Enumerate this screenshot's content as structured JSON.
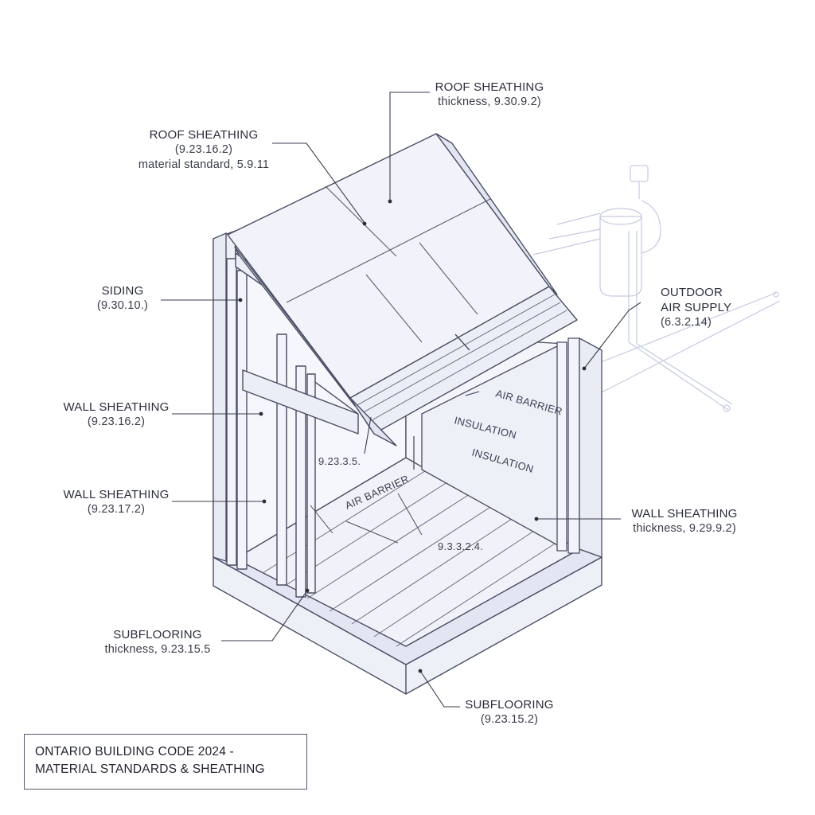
{
  "title": {
    "line1": "ONTARIO BUILDING CODE 2024 -",
    "line2": "MATERIAL STANDARDS & SHEATHING"
  },
  "callouts": {
    "roof_top": {
      "name": "ROOF SHEATHING",
      "detail": "thickness, 9.30.9.2)"
    },
    "roof_left": {
      "name": "ROOF SHEATHING",
      "ref": "(9.23.16.2)",
      "detail": "material standard, 5.9.11"
    },
    "siding": {
      "name": "SIDING",
      "ref": "(9.30.10.)"
    },
    "wall_1": {
      "name": "WALL SHEATHING",
      "ref": "(9.23.16.2)"
    },
    "wall_2": {
      "name": "WALL SHEATHING",
      "ref": "(9.23.17.2)"
    },
    "subfloor_left": {
      "name": "SUBFLOORING",
      "detail": "thickness, 9.23.15.5"
    },
    "subfloor_bottom": {
      "name": "SUBFLOORING",
      "ref": "(9.23.15.2)"
    },
    "outdoor_air": {
      "name_line1": "OUTDOOR",
      "name_line2": "AIR SUPPLY",
      "ref": "(6.3.2.14)"
    },
    "wall_right": {
      "name": "WALL SHEATHING",
      "detail": "thickness, 9.29.9.2)"
    }
  },
  "inline_labels": {
    "air_barrier_wall": "AIR BARRIER",
    "insulation_1": "INSULATION",
    "insulation_2": "INSULATION",
    "air_barrier_floor": "AIR BARRIER",
    "ref_9_23_3_5": "9.23.3.5.",
    "ref_9_3_3_2_4": "9.3.3.2.4."
  },
  "colors": {
    "line": "#4a4e63",
    "panel": "#f3f4fb",
    "panel_dark": "#e6e8f4",
    "ghost": "#c9cde0"
  }
}
